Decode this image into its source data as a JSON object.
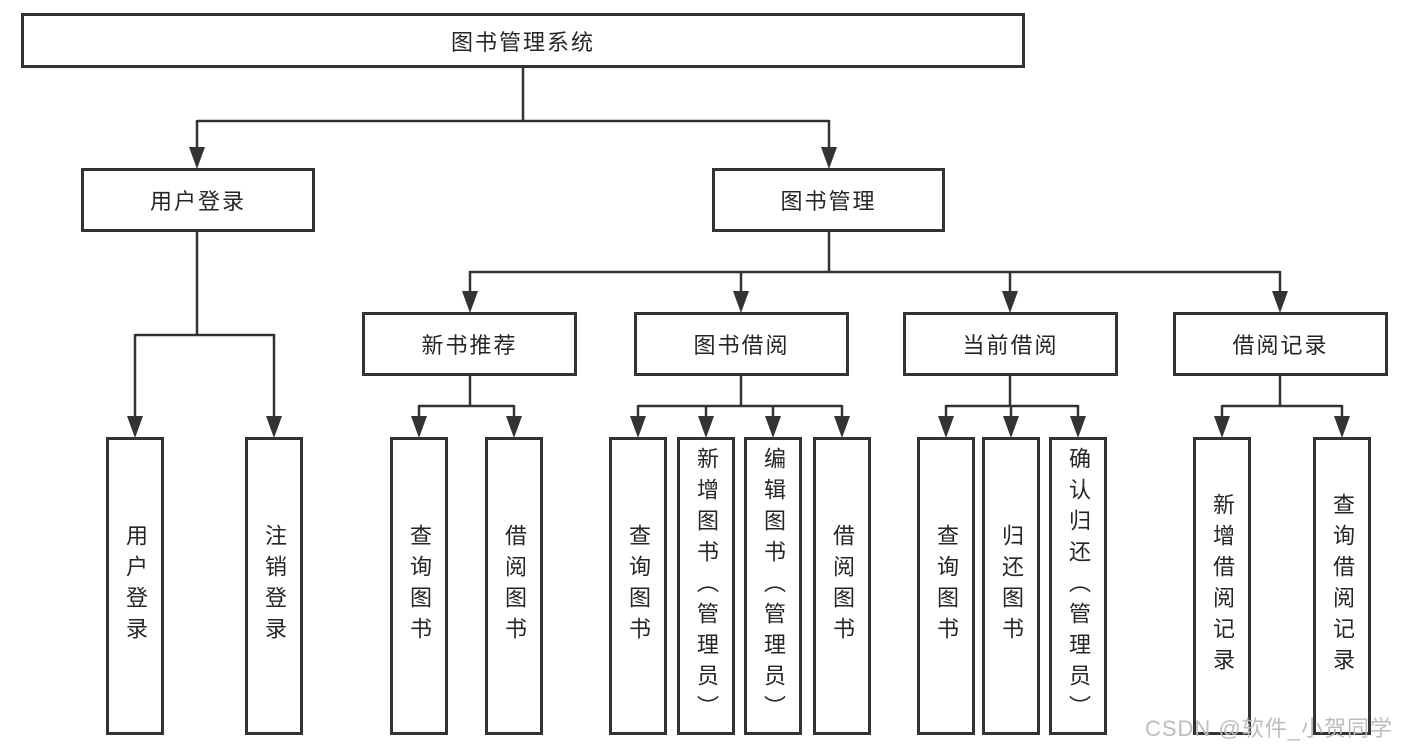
{
  "tree": {
    "root": {
      "label": "图书管理系统"
    },
    "user_login_branch": {
      "label": "用户登录",
      "leaves": [
        "用户登录",
        "注销登录"
      ]
    },
    "book_mgmt_branch": {
      "label": "图书管理",
      "sections": [
        {
          "label": "新书推荐",
          "leaves": [
            "查询图书",
            "借阅图书"
          ]
        },
        {
          "label": "图书借阅",
          "leaves": [
            "查询图书",
            "新增图书（管理员）",
            "编辑图书（管理员）",
            "借阅图书"
          ]
        },
        {
          "label": "当前借阅",
          "leaves": [
            "查询图书",
            "归还图书",
            "确认归还（管理员）"
          ]
        },
        {
          "label": "借阅记录",
          "leaves": [
            "新增借阅记录",
            "查询借阅记录"
          ]
        }
      ]
    }
  },
  "watermark": "CSDN @软件_小贺同学",
  "colors": {
    "line": "#333333",
    "text": "#262626",
    "watermark": "#bdbdbd",
    "background": "#ffffff"
  }
}
